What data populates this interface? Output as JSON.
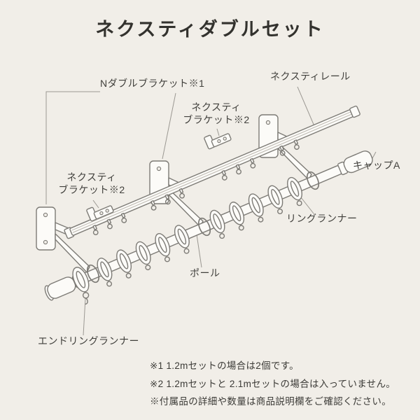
{
  "page": {
    "title": "ネクスティダブルセット",
    "background_color": "#f1eee8",
    "line_color": "#7d7b76",
    "text_color": "#3f3e3b"
  },
  "labels": {
    "n_double_bracket": "Nダブルブラケット※1",
    "nexty_rail": "ネクスティレール",
    "nexty_bracket_center": "ネクスティ\nブラケット※2",
    "cap_a": "キャップA",
    "nexty_bracket_left": "ネクスティ\nブラケット※2",
    "ring_runner": "リングランナー",
    "pole": "ポール",
    "end_ring_runner": "エンドリングランナー"
  },
  "notes": [
    "※1 1.2mセットの場合は2個です。",
    "※2 1.2mセットと 2.1mセットの場合は入っていません。",
    "※付属品の詳細や数量は商品説明欄をご確認ください。"
  ]
}
